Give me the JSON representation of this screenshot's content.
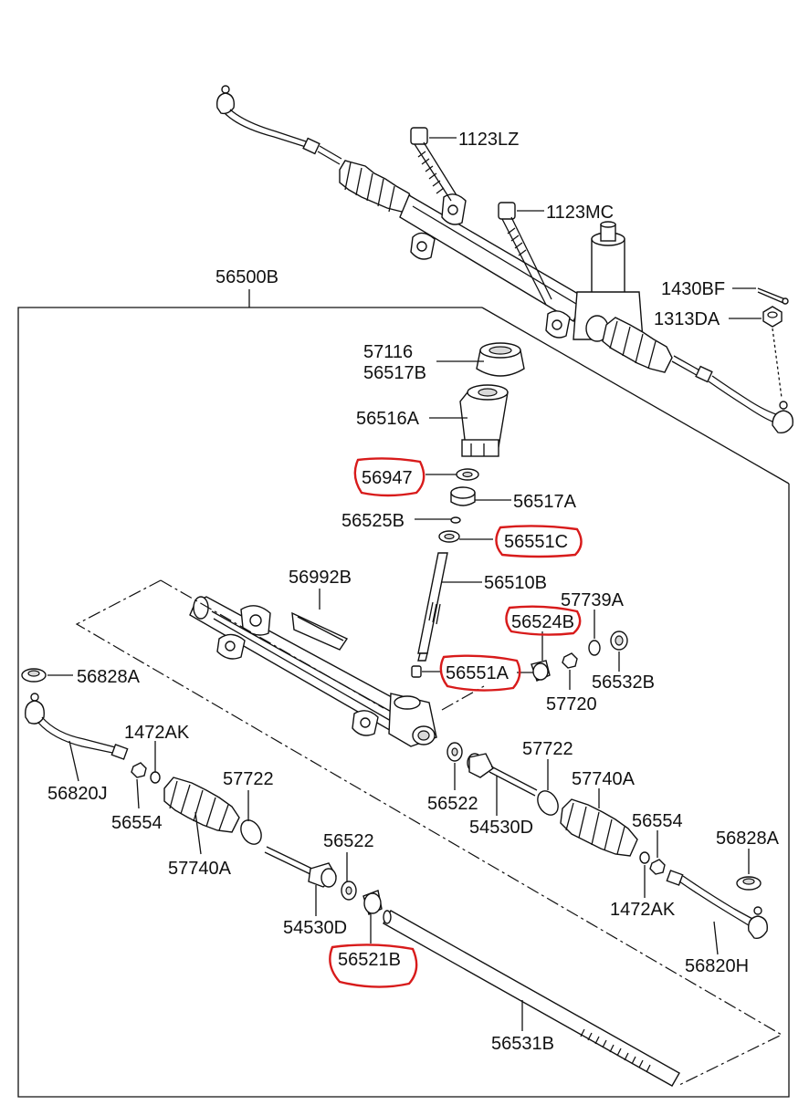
{
  "diagram": {
    "labels": {
      "l1123LZ": "1123LZ",
      "l1123MC": "1123MC",
      "l56500B": "56500B",
      "l1430BF": "1430BF",
      "l1313DA": "1313DA",
      "l57116": "57116",
      "l56517B": "56517B",
      "l56516A": "56516A",
      "l56947": "56947",
      "l56517A": "56517A",
      "l56525B": "56525B",
      "l56551C": "56551C",
      "l56992B": "56992B",
      "l56510B": "56510B",
      "l57739A": "57739A",
      "l56524B": "56524B",
      "l56532B": "56532B",
      "l56551A": "56551A",
      "l57720": "57720",
      "l56828A_left": "56828A",
      "l1472AK_left": "1472AK",
      "l56820J": "56820J",
      "l56554_left": "56554",
      "l57722_left": "57722",
      "l57740A_left": "57740A",
      "l57722_right": "57722",
      "l57740A_right": "57740A",
      "l56522_right": "56522",
      "l54530D_right": "54530D",
      "l56554_right": "56554",
      "l56828A_right": "56828A",
      "l1472AK_right": "1472AK",
      "l56522_left": "56522",
      "l54530D_left": "54530D",
      "l56521B": "56521B",
      "l56820H": "56820H",
      "l56531B": "56531B"
    },
    "highlighted_parts": [
      "56947",
      "56551C",
      "56524B",
      "56551A",
      "56521B"
    ],
    "highlight_color": "#d81b1b"
  }
}
